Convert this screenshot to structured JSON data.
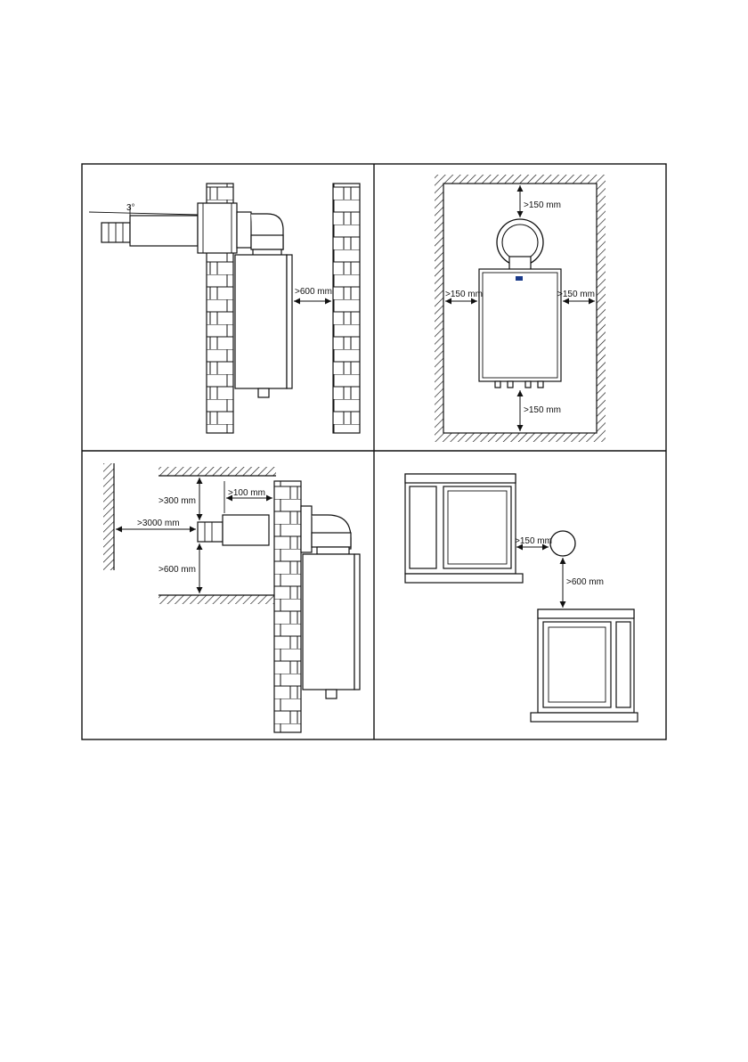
{
  "panels": {
    "side_view": {
      "angle_label": "3°",
      "clearance_front": ">600 mm"
    },
    "front_view": {
      "clearance_top": ">150 mm",
      "clearance_left": ">150 mm",
      "clearance_right": ">150 mm",
      "clearance_bottom": ">150 mm"
    },
    "terminal_side": {
      "clearance_above": ">300 mm",
      "clearance_projection": ">100 mm",
      "clearance_opposite_wall": ">3000 mm",
      "clearance_below": ">600 mm"
    },
    "terminal_window": {
      "clearance_side": ">150 mm",
      "clearance_below": ">600 mm"
    }
  }
}
